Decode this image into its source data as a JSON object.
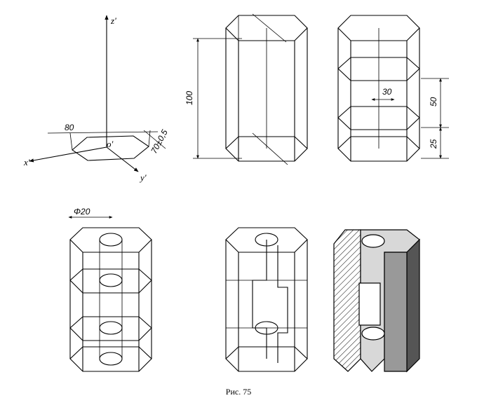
{
  "figure": {
    "caption": "Рис. 75"
  },
  "axes_labels": {
    "z": "z'",
    "x": "x'",
    "y": "y'",
    "origin": "o'"
  },
  "dimensions": {
    "width": "80",
    "depth": "70±0,5",
    "height": "100",
    "hole_bore": "30",
    "recess_height": "50",
    "base_height": "25",
    "hole_diameter": "Φ20"
  }
}
